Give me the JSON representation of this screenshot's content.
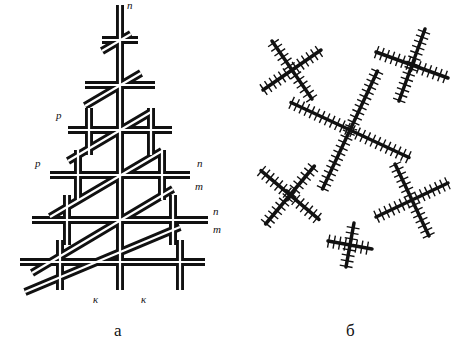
{
  "diagram": {
    "labels": [
      "n",
      "n",
      "m",
      "n",
      "m",
      "к",
      "к",
      "p",
      "p",
      "а",
      "б"
    ]
  }
}
